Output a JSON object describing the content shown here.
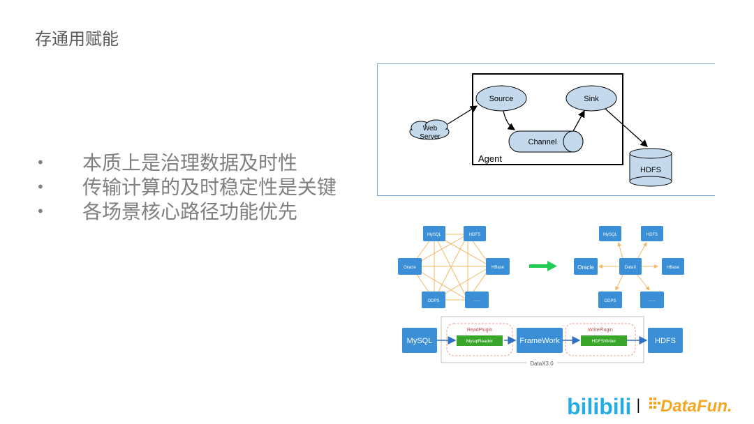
{
  "title": "存通用赋能",
  "bullets": [
    "本质上是治理数据及时性",
    "传输计算的及时稳定性是关键",
    "各场景核心路径功能优先"
  ],
  "flume_diagram": {
    "web_server": [
      "Web",
      "Server"
    ],
    "source": "Source",
    "channel": "Channel",
    "sink": "Sink",
    "agent": "Agent",
    "hdfs": "HDFS"
  },
  "datax_diagram": {
    "mesh_nodes": [
      "MySQL",
      "HDFS",
      "Oracle",
      "HBase",
      "ODPS",
      "......"
    ],
    "star_center": "DataX",
    "star_nodes": [
      "MySQL",
      "HDFS",
      "Oracle",
      "HBase",
      "ODPS",
      "......"
    ],
    "pipeline": {
      "source": "MySQL",
      "read_plugin_label": "ReadPlugin",
      "reader": "MysqlReader",
      "framework": "FrameWork",
      "write_plugin_label": "WritePlugin",
      "writer": "HDFSWriter",
      "target": "HDFS",
      "caption": "DataX3.0"
    },
    "colors": {
      "node": "#3a8fd6",
      "plugin": "#3aa52b",
      "arrow": "#22cc55",
      "mesh": "#f0b866"
    }
  },
  "logos": {
    "bilibili": "bilibili",
    "separator": "|",
    "datafun": "DataFun."
  }
}
